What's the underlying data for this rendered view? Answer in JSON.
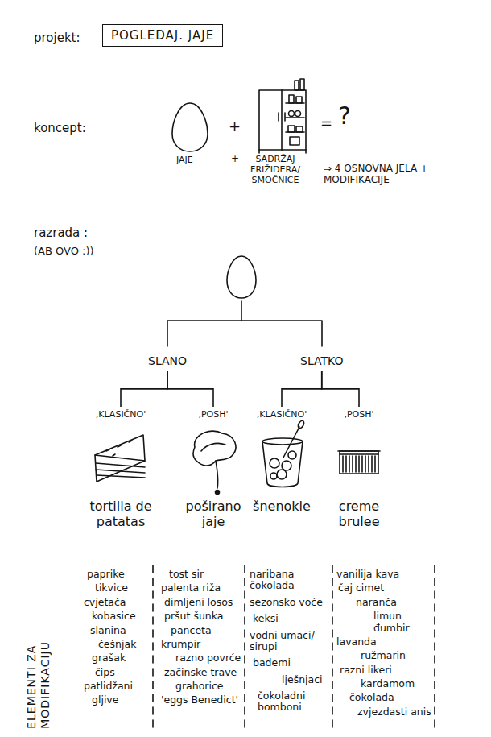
{
  "diagram": {
    "nodes": [
      {
        "text": [
          "POGLEDAJ. JAJE"
        ]
      },
      {
        "text": [
          "SLANO"
        ]
      },
      {
        "text": [
          "SLATKO"
        ]
      },
      {
        "text": [
          "‚KLASIČNO'",
          "tortilla de patatas"
        ]
      },
      {
        "text": [
          "‚POSH'",
          "poširano jaje"
        ]
      },
      {
        "text": [
          "‚KLASIČNO'",
          "šnenokle"
        ]
      },
      {
        "text": [
          "‚POSH'",
          "creme brulee"
        ]
      }
    ],
    "edges": [
      {
        "from": 1,
        "to": 3,
        "arrow": "none"
      },
      {
        "from": 1,
        "to": 4,
        "arrow": "none"
      },
      {
        "from": 2,
        "to": 5,
        "arrow": "none"
      },
      {
        "from": 2,
        "to": 6,
        "arrow": "none"
      }
    ],
    "labels": [
      "projekt:",
      "koncept:",
      "+",
      "=",
      "?",
      "JAJE",
      "+",
      "SADRŽAJ FRIŽIDERA/ SMOČNICE",
      "⇒ 4 OSNOVNA JELA + MODIFIKACIJE",
      "razrada :",
      "(AB OVO :))",
      "ELEMENTI ZA MODIFIKACIJU",
      "paprike",
      "tikvice",
      "cvjetača",
      "kobasice",
      "slanina",
      "češnjak",
      "grašak",
      "čips",
      "patlidžani",
      "gljive",
      "tost sir",
      "palenta riža",
      "dimljeni losos",
      "pršut šunka",
      "panceta",
      "krumpir",
      "razno povrće",
      "začinske trave",
      "grahorice",
      "'eggs Benedict'",
      "naribana čokolada",
      "sezonsko voće",
      "keksi",
      "vodni umaci/ sirupi",
      "bademi",
      "lješnjaci",
      "čokoladni bomboni",
      "vanilija kava",
      "čaj cimet",
      "naranča",
      "limun đumbir",
      "lavanda",
      "ružmarin",
      "razni likeri",
      "kardamom",
      "čokolada",
      "zvjezdasti anis"
    ]
  }
}
